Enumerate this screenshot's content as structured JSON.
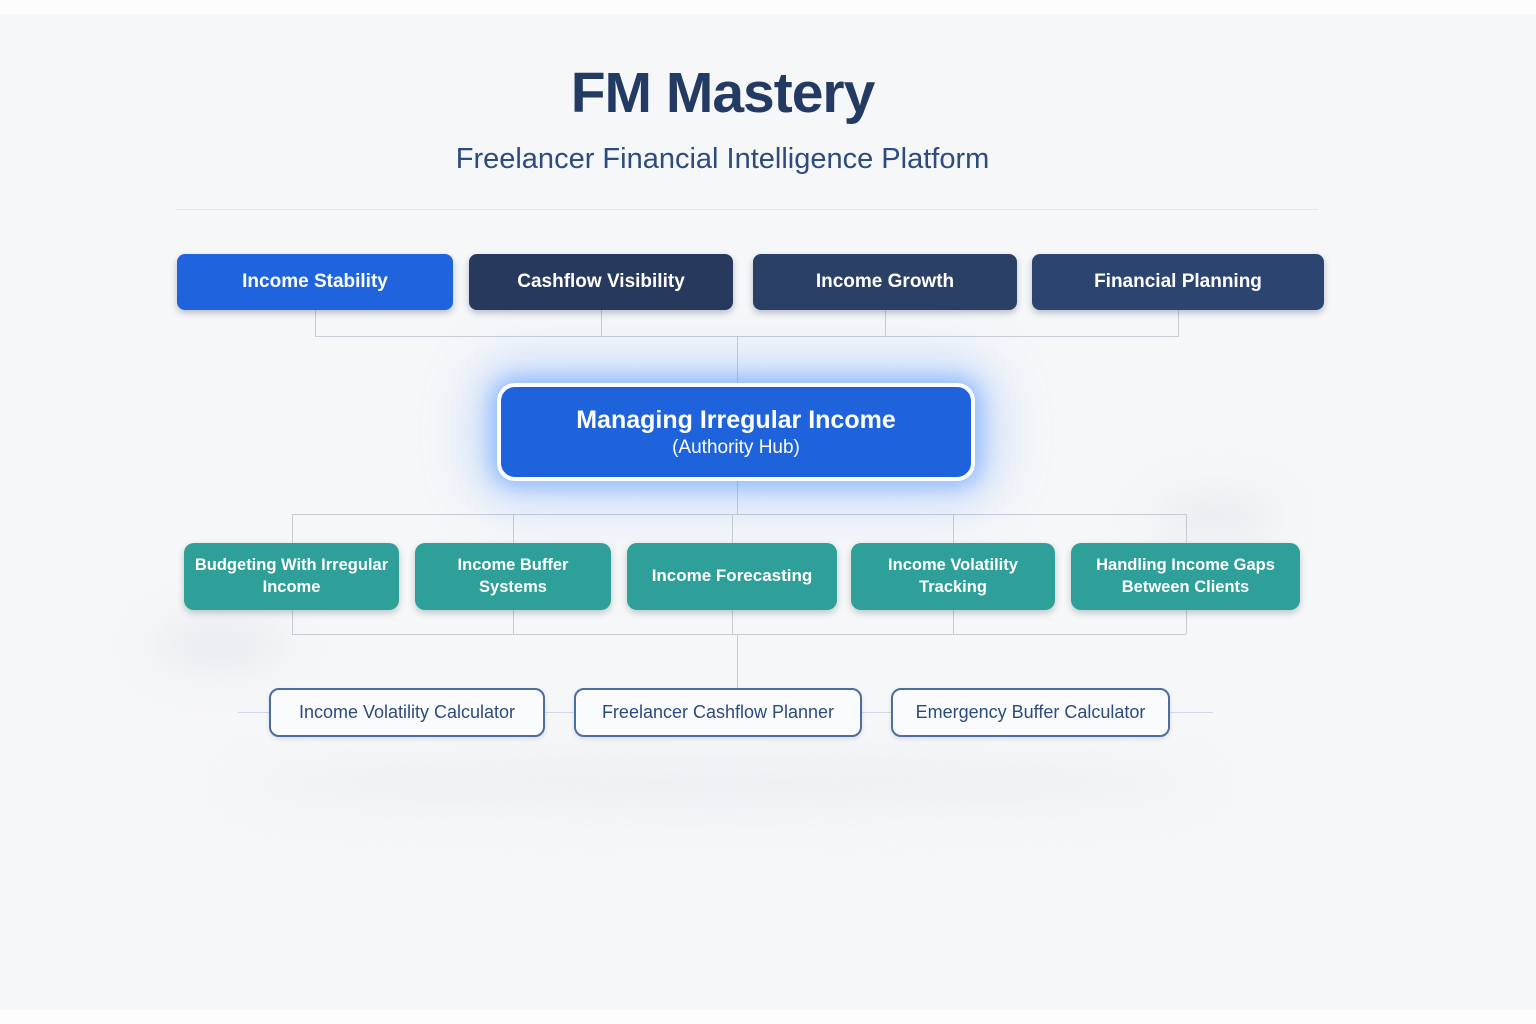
{
  "header": {
    "title": "FM Mastery",
    "subtitle": "Freelancer Financial Intelligence Platform"
  },
  "pillars": [
    {
      "label": "Income Stability",
      "color": "#1f64dc",
      "highlighted": true
    },
    {
      "label": "Cashflow Visibility",
      "color": "#27395c",
      "highlighted": false
    },
    {
      "label": "Income Growth",
      "color": "#2a4065",
      "highlighted": false
    },
    {
      "label": "Financial Planning",
      "color": "#2c4570",
      "highlighted": false
    }
  ],
  "hub": {
    "title": "Managing Irregular Income",
    "subtitle": "(Authority Hub)",
    "color": "#1e63dc",
    "glow_color": "#5a9bff"
  },
  "subtopics": [
    {
      "label": "Budgeting With Irregular Income"
    },
    {
      "label": "Income Buffer Systems"
    },
    {
      "label": "Income Forecasting"
    },
    {
      "label": "Income Volatility Tracking"
    },
    {
      "label": "Handling Income Gaps Between Clients"
    }
  ],
  "tools": [
    {
      "label": "Income Volatility Calculator"
    },
    {
      "label": "Freelancer Cashflow Planner"
    },
    {
      "label": "Emergency Buffer Calculator"
    }
  ],
  "colors": {
    "background": "#f6f7f9",
    "subtopic_fill": "#2e9f99",
    "tool_border": "#4c6e9e",
    "tool_text": "#2b4a7e",
    "title_text": "#233a63",
    "subtitle_text": "#2d4b7e",
    "connector": "#c7ccd4"
  }
}
